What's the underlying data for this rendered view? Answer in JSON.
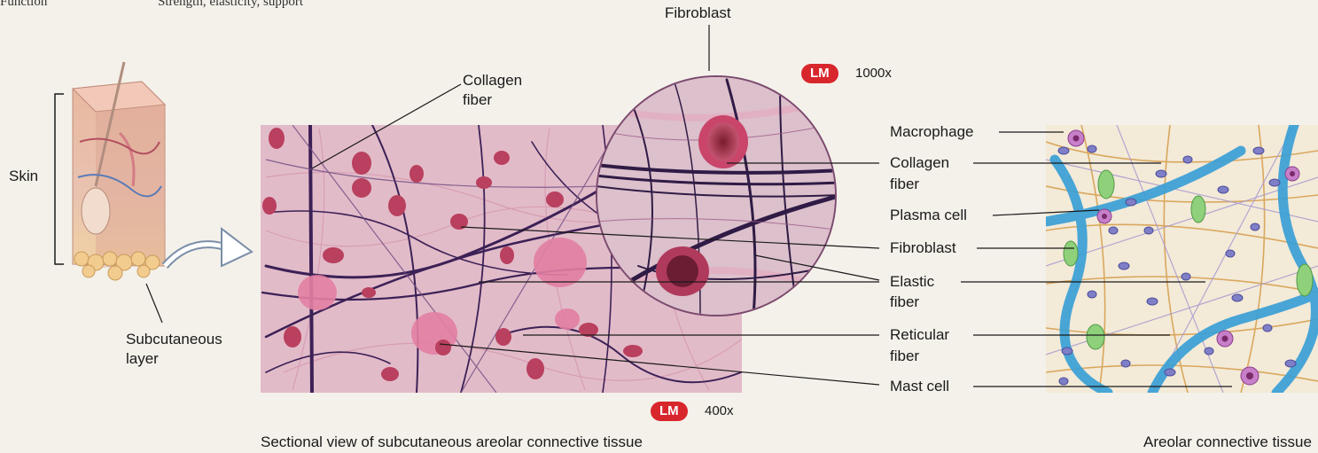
{
  "header": {
    "label": "Function",
    "text": "Strength, elasticity, support"
  },
  "skin_figure": {
    "skin_label": "Skin",
    "subcutaneous_label_line1": "Subcutaneous",
    "subcutaneous_label_line2": "layer"
  },
  "micrograph": {
    "magnification_badge": "LM",
    "magnification_value": "400x",
    "inset_badge": "LM",
    "inset_value": "1000x",
    "caption": "Sectional view of subcutaneous areolar connective tissue",
    "labels": {
      "fibroblast_top": "Fibroblast",
      "collagen_line1": "Collagen",
      "collagen_line2": "fiber"
    }
  },
  "right_labels": {
    "macrophage": "Macrophage",
    "collagen_line1": "Collagen",
    "collagen_line2": "fiber",
    "plasma_cell": "Plasma cell",
    "fibroblast": "Fibroblast",
    "elastic_line1": "Elastic",
    "elastic_line2": "fiber",
    "reticular_line1": "Reticular",
    "reticular_line2": "fiber",
    "mast_cell": "Mast cell"
  },
  "illustration": {
    "caption": "Areolar connective tissue"
  },
  "colors": {
    "background": "#f4f1ea",
    "badge": "#d8262d",
    "micrograph_base": "#d9aec0",
    "illustration_base": "#f3ead8"
  }
}
